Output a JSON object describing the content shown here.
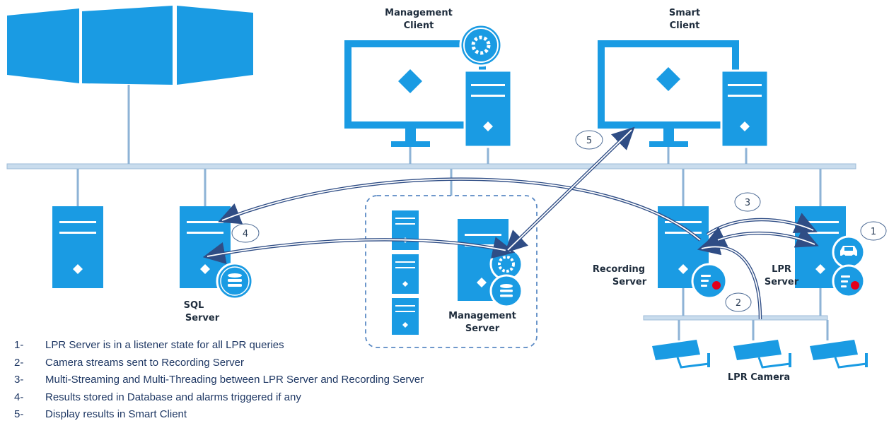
{
  "colors": {
    "blue": "#1a9be3",
    "line": "#a9c6e2",
    "arrow": "#2f4d85",
    "dashed": "#5b8ac4",
    "red": "#e3001b"
  },
  "labels": {
    "management_client": [
      "Management",
      "Client"
    ],
    "smart_client": [
      "Smart",
      "Client"
    ],
    "sql_server": [
      "SQL",
      "Server"
    ],
    "management_server": [
      "Management",
      "Server"
    ],
    "recording_server": [
      "Recording",
      "Server"
    ],
    "lpr_server": [
      "LPR",
      "Server"
    ],
    "lpr_camera": "LPR Camera"
  },
  "steps": [
    {
      "num": "1",
      "text": "LPR Server is in a listener state for all LPR queries"
    },
    {
      "num": "2",
      "text": "Camera streams sent to Recording Server"
    },
    {
      "num": "3",
      "text": "Multi-Streaming and Multi-Threading between LPR Server and Recording Server"
    },
    {
      "num": "4",
      "text": "Results stored in Database and alarms triggered if any"
    },
    {
      "num": "5",
      "text": "Display results in Smart Client"
    }
  ],
  "legend": [
    {
      "num": "1-",
      "text": "LPR Server is in a listener state for all LPR queries"
    },
    {
      "num": "2-",
      "text": "Camera streams sent to Recording Server"
    },
    {
      "num": "3-",
      "text": "Multi-Streaming and Multi-Threading between LPR Server and Recording Server"
    },
    {
      "num": "4-",
      "text": "Results stored in Database and alarms triggered if any"
    },
    {
      "num": "5-",
      "text": "Display results in Smart Client"
    }
  ],
  "icons": [
    "windows-logo-icon",
    "gear-icon",
    "database-icon",
    "car-icon",
    "camera-icon",
    "monitor-icon",
    "server-tower-icon"
  ]
}
